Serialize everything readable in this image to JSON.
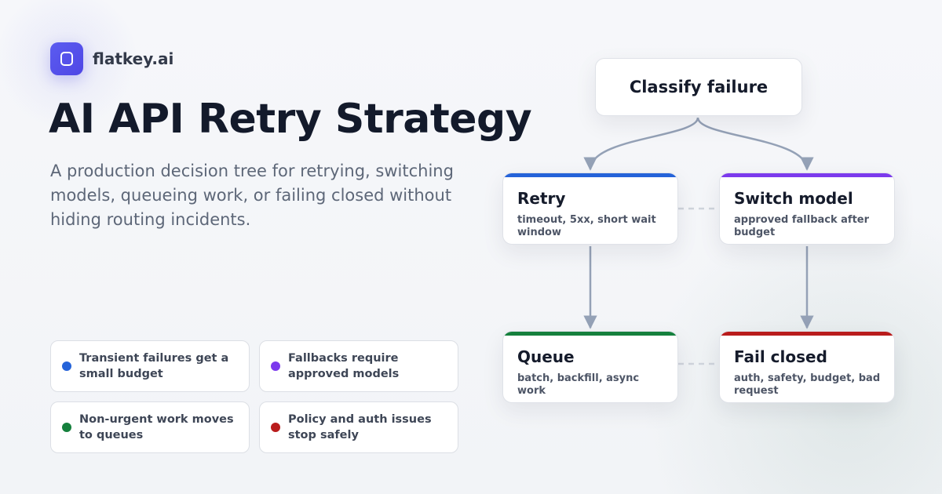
{
  "brand": {
    "name": "flatkey.ai",
    "logo": "flatkey-logo-icon"
  },
  "hero": {
    "title": "AI API Retry Strategy",
    "subtitle": "A production decision tree for retrying, switching models, queueing work, or failing closed without hiding routing incidents."
  },
  "chips": [
    {
      "text": "Transient failures get a small budget",
      "color": "#2563d9"
    },
    {
      "text": "Fallbacks require approved models",
      "color": "#7c3aed"
    },
    {
      "text": "Non-urgent work moves to queues",
      "color": "#15803d"
    },
    {
      "text": "Policy and auth issues stop safely",
      "color": "#b91c1c"
    }
  ],
  "tree": {
    "root": "Classify failure",
    "retry": {
      "title": "Retry",
      "desc": "timeout, 5xx, short wait window",
      "color": "#2563d9"
    },
    "switch": {
      "title": "Switch model",
      "desc": "approved fallback after budget",
      "color": "#7c3aed"
    },
    "queue": {
      "title": "Queue",
      "desc": "batch, backfill, async work",
      "color": "#15803d"
    },
    "fail": {
      "title": "Fail closed",
      "desc": "auth, safety, budget, bad request",
      "color": "#b91c1c"
    }
  },
  "colors": {
    "connector": "#94a1b6",
    "dashed": "#cfd4dc"
  }
}
